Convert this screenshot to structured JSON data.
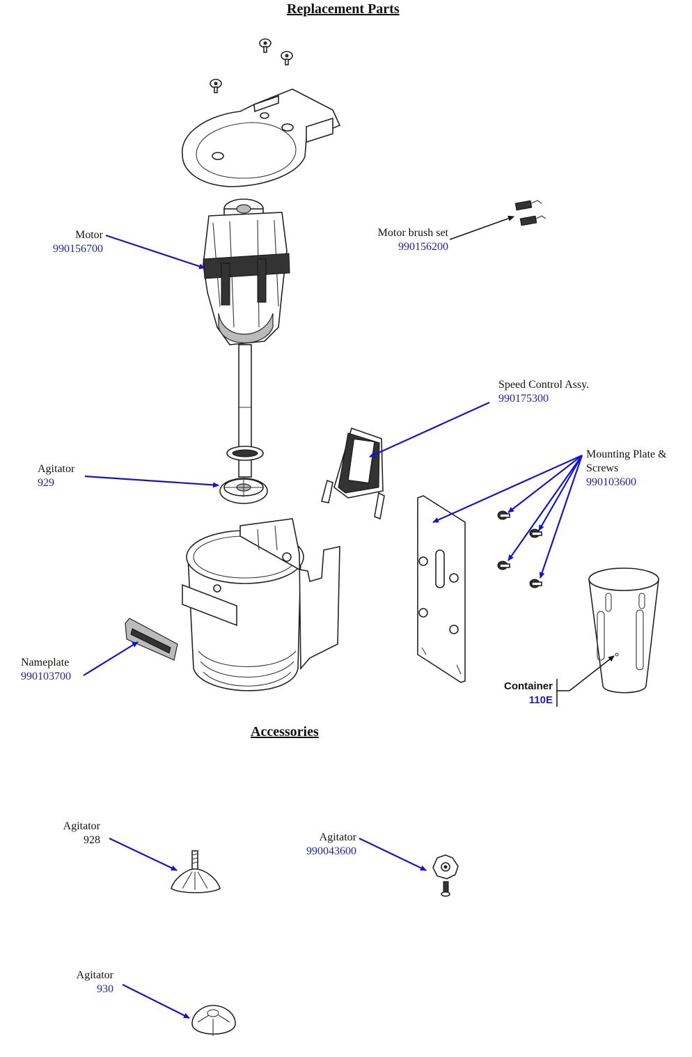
{
  "headings": {
    "replacement": "Replacement Parts",
    "accessories": "Accessories"
  },
  "parts": {
    "motor": {
      "name": "Motor",
      "number": "990156700"
    },
    "motor_brush": {
      "name": "Motor brush set",
      "number": "990156200"
    },
    "speed_control": {
      "name": "Speed Control Assy.",
      "number": "990175300"
    },
    "mounting_plate": {
      "name_line1": "Mounting Plate &",
      "name_line2": "Screws",
      "number": "990103600"
    },
    "agitator": {
      "name": "Agitator",
      "number": "929"
    },
    "nameplate": {
      "name": "Nameplate",
      "number": "990103700"
    },
    "container": {
      "name": "Container",
      "number": "110E"
    }
  },
  "accessories": {
    "agitator_928": {
      "name": "Agitator",
      "number": "928"
    },
    "agitator_990043600": {
      "name": "Agitator",
      "number": "990043600"
    },
    "agitator_930": {
      "name": "Agitator",
      "number": "930"
    }
  },
  "colors": {
    "arrow": "#1515c8",
    "part_number": "#1f1fa8",
    "text": "#111111"
  }
}
